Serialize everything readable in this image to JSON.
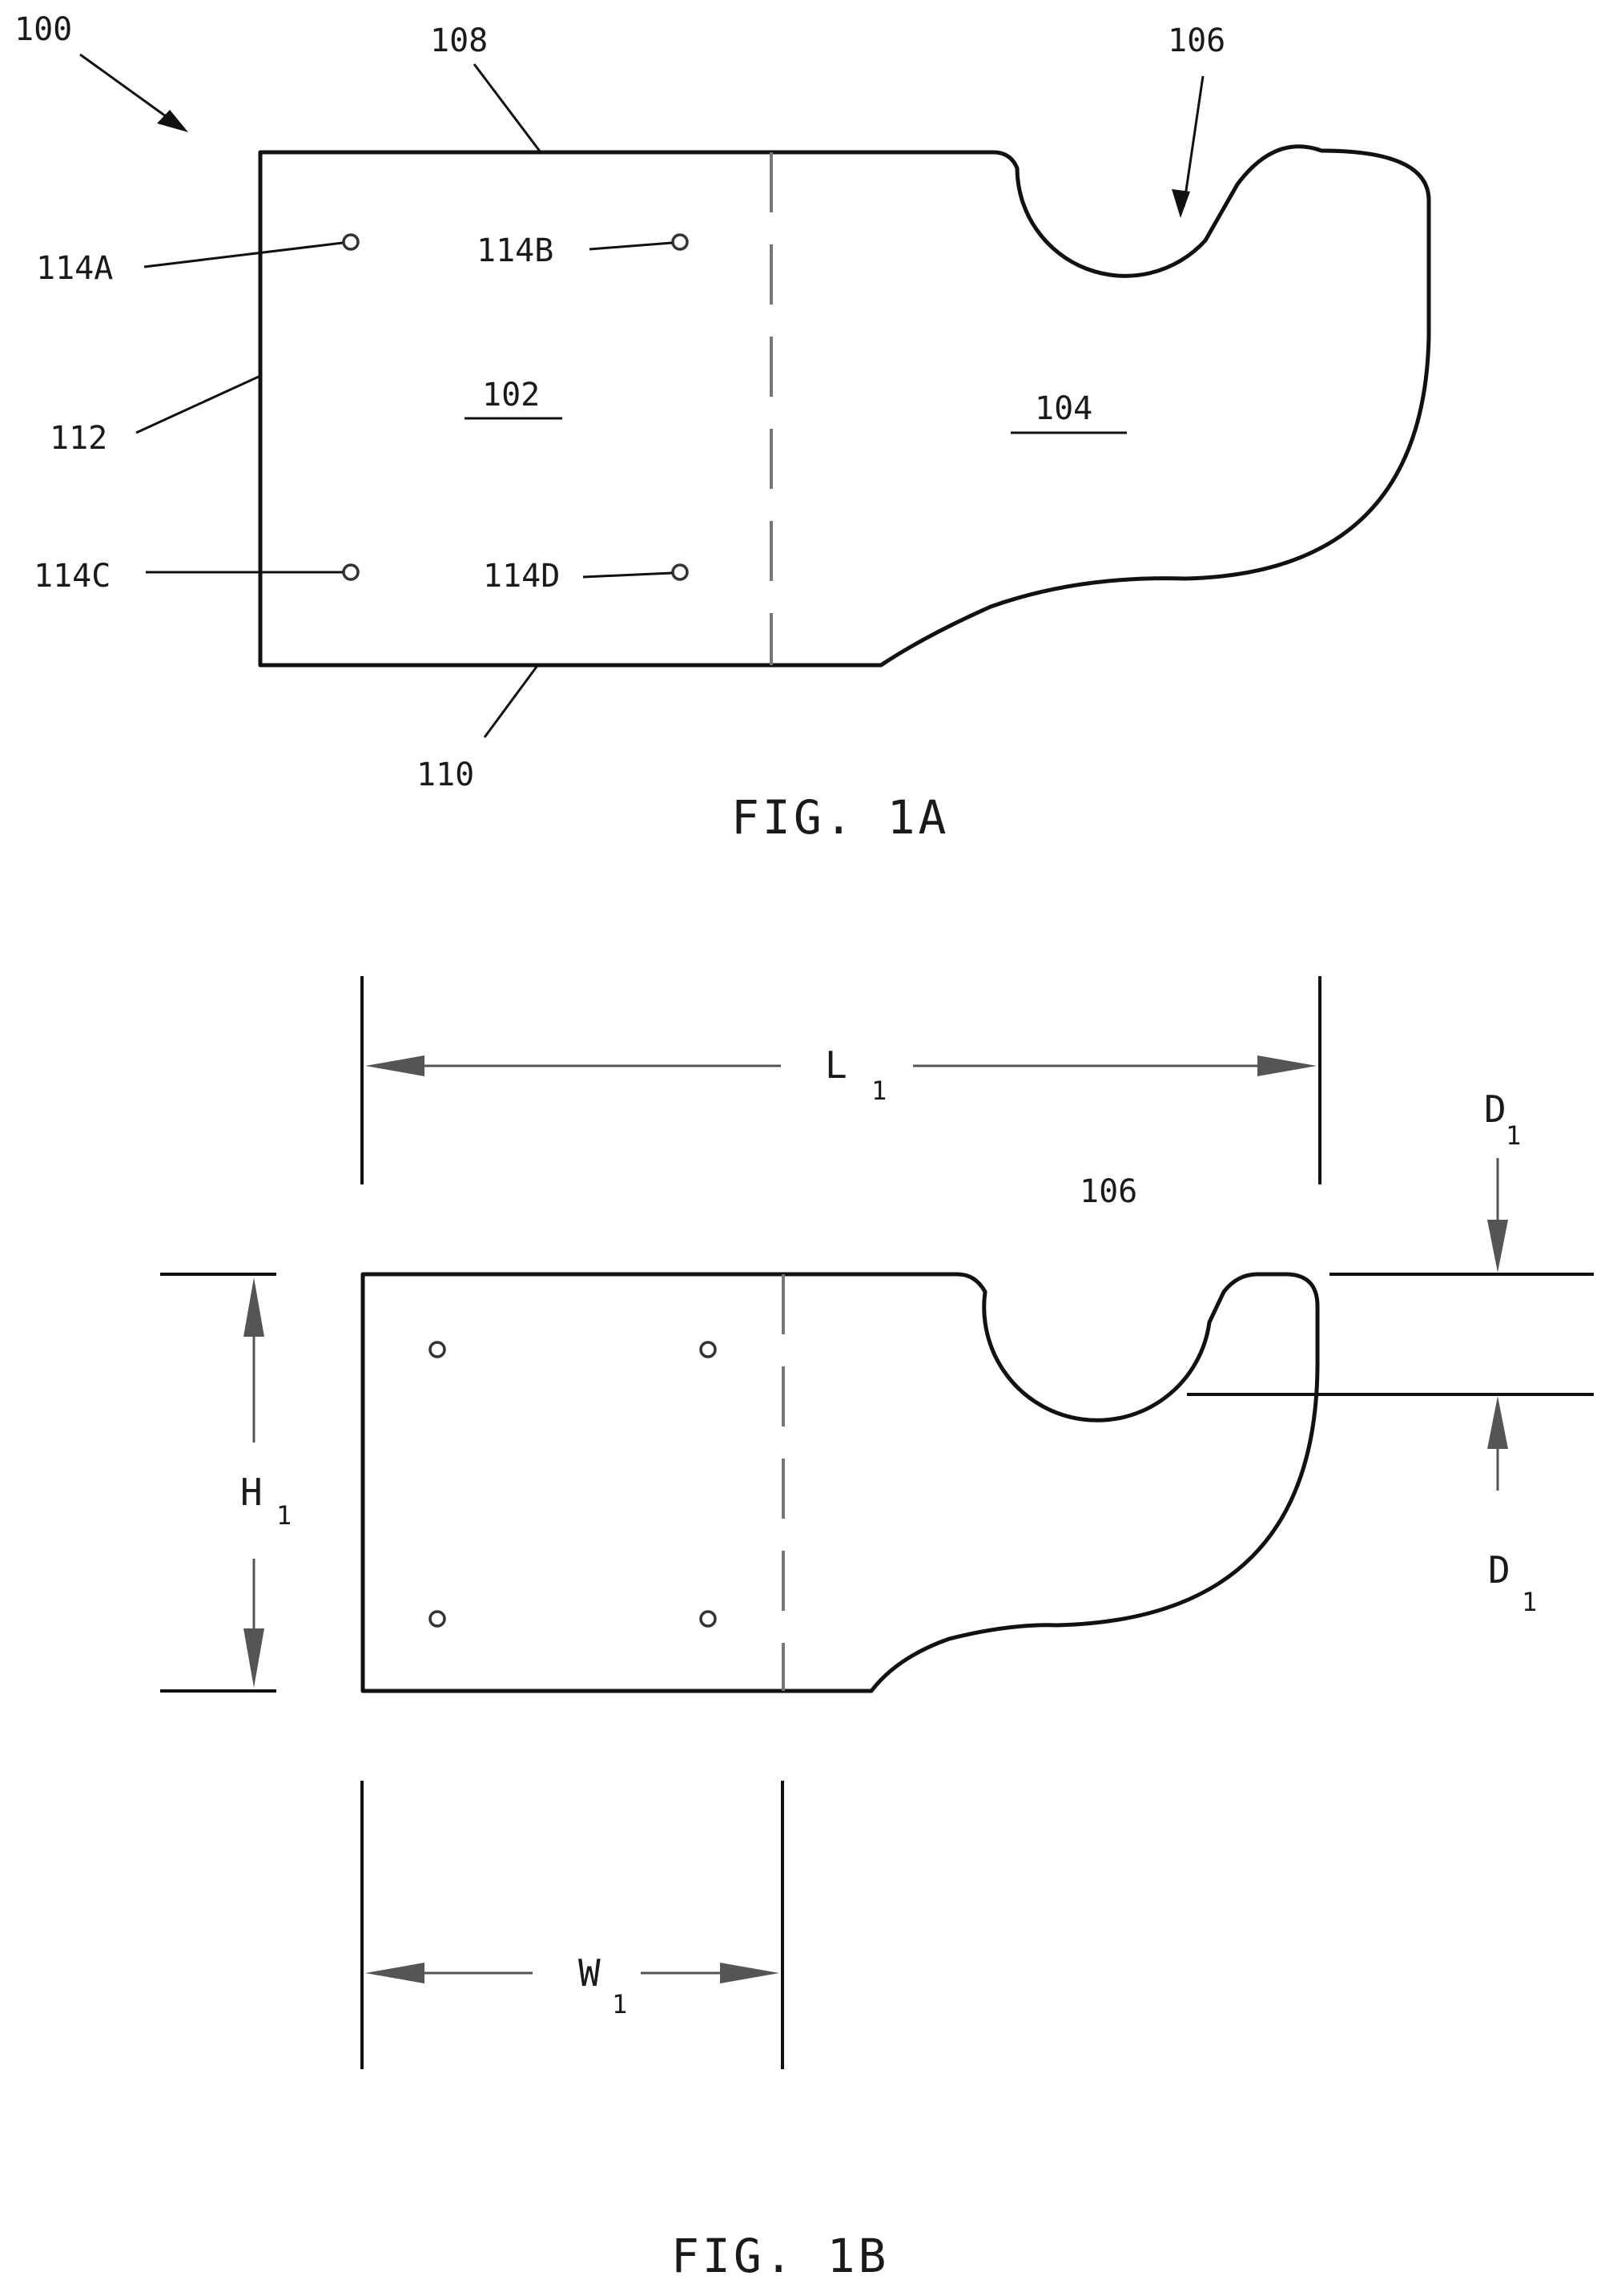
{
  "fig1a": {
    "caption": "FIG. 1A",
    "labels": {
      "ref_100": "100",
      "ref_108": "108",
      "ref_106": "106",
      "ref_114a": "114A",
      "ref_114b": "114B",
      "ref_112": "112",
      "ref_102": "102",
      "ref_104": "104",
      "ref_114c": "114C",
      "ref_114d": "114D",
      "ref_110": "110"
    }
  },
  "fig1b": {
    "caption": "FIG. 1B",
    "label_106": "106",
    "dims": {
      "length": {
        "symbol": "L",
        "subscript": "1"
      },
      "height": {
        "symbol": "H",
        "subscript": "1"
      },
      "width": {
        "symbol": "W",
        "subscript": "1"
      },
      "depth_top": {
        "symbol": "D",
        "subscript": "1"
      },
      "depth_bottom": {
        "symbol": "D",
        "subscript": "1"
      }
    }
  }
}
